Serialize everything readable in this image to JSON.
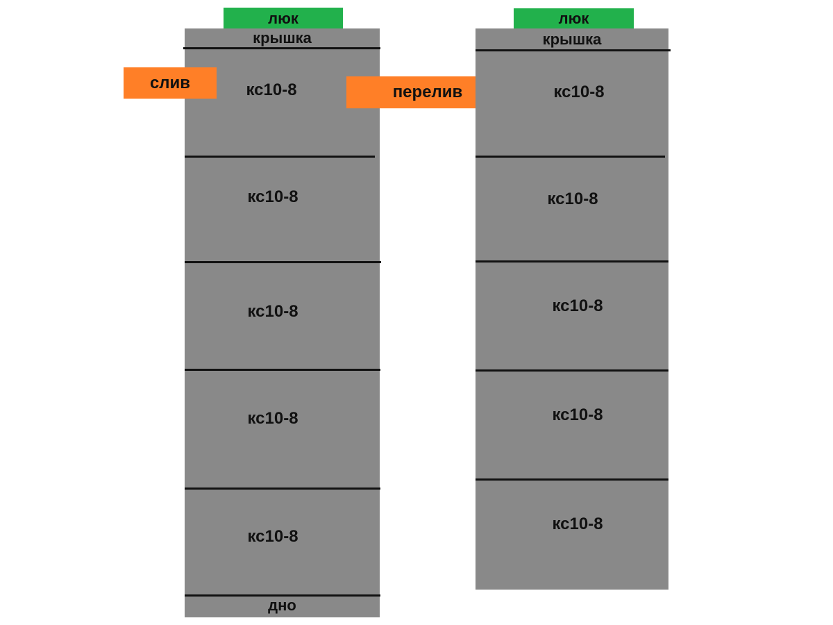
{
  "colors": {
    "hatch": "#22b14c",
    "ring": "#898989",
    "pipe": "#ff7f27",
    "line": "#111111"
  },
  "left_well": {
    "hatch": "люк",
    "lid": "крышка",
    "drain": "слив",
    "rings": [
      "кс10-8",
      "кс10-8",
      "кс10-8",
      "кс10-8",
      "кс10-8"
    ],
    "bottom": "дно"
  },
  "overflow": "перелив",
  "right_well": {
    "hatch": "люк",
    "lid": "крышка",
    "rings": [
      "кс10-8",
      "кс10-8",
      "кс10-8",
      "кс10-8",
      "кс10-8"
    ]
  }
}
